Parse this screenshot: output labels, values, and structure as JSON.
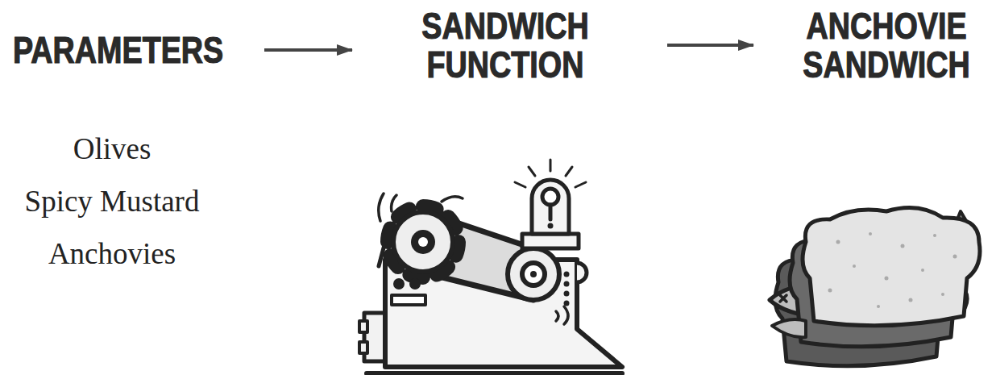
{
  "diagram": {
    "nodes": [
      {
        "text": [
          "PARAMETERS"
        ]
      },
      {
        "text": [
          "SANDWICH FUNCTION"
        ]
      },
      {
        "text": [
          "ANCHOVIE SANDWICH"
        ]
      }
    ],
    "edges": [
      {
        "from": 0,
        "to": 1,
        "arrow": "to"
      },
      {
        "from": 1,
        "to": 2,
        "arrow": "to"
      }
    ],
    "labels": [
      "Olives",
      "Spicy Mustard",
      "Anchovies"
    ]
  }
}
